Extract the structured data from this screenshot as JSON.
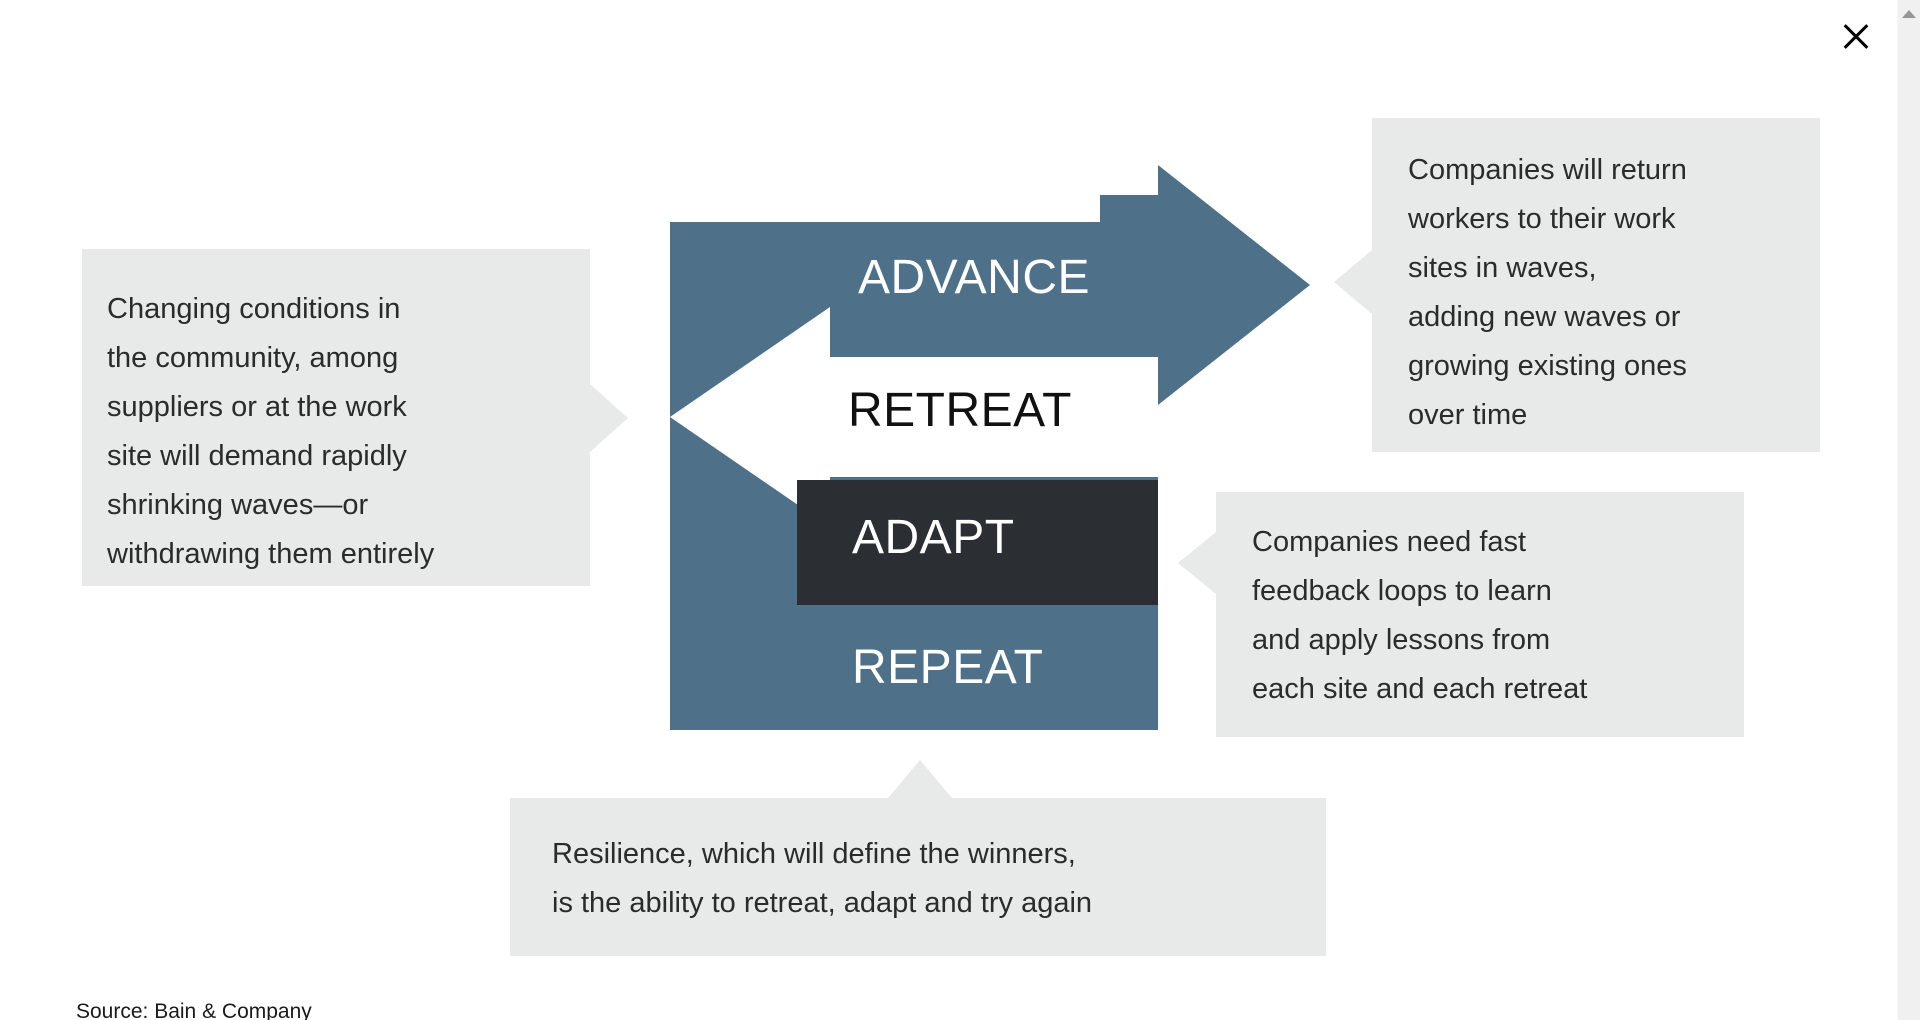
{
  "window": {
    "close_icon": "close-icon",
    "scrollbar": {
      "up_arrow_icon": "triangle-up-icon"
    }
  },
  "colors": {
    "blue": "#4F7089",
    "dark": "#2B2F33",
    "callout_bg": "#E8EAEA",
    "text": "#2B2B2B",
    "white": "#FFFFFF",
    "scrollbar_track": "#F0F0F0"
  },
  "diagram": {
    "type": "cycle-arrow-diagram",
    "stages": [
      {
        "id": "advance",
        "label": "ADVANCE",
        "shape": "right-arrow",
        "fill": "#4F7089",
        "text_color": "#FFFFFF"
      },
      {
        "id": "retreat",
        "label": "RETREAT",
        "shape": "left-arrow",
        "fill": "#FFFFFF",
        "text_color": "#111111"
      },
      {
        "id": "adapt",
        "label": "ADAPT",
        "shape": "rectangle",
        "fill": "#2B2F33",
        "text_color": "#FFFFFF"
      },
      {
        "id": "repeat",
        "label": "REPEAT",
        "shape": "rectangle",
        "fill": "#4F7089",
        "text_color": "#FFFFFF"
      }
    ]
  },
  "callouts": {
    "left": {
      "id": "callout-left",
      "attaches_to": "retreat",
      "pointer_direction": "right",
      "text": "Changing conditions in\nthe community, among\nsuppliers or at the work\nsite will demand rapidly\nshrinking waves—or\nwithdrawing them entirely"
    },
    "top_right": {
      "id": "callout-top-right",
      "attaches_to": "advance",
      "pointer_direction": "left",
      "text": "Companies will return\nworkers to their work\nsites in waves,\nadding new waves or\ngrowing existing ones\nover time"
    },
    "right": {
      "id": "callout-right",
      "attaches_to": "adapt",
      "pointer_direction": "left",
      "text": "Companies need fast\nfeedback loops to learn\nand apply lessons from\neach site and each retreat"
    },
    "bottom": {
      "id": "callout-bottom",
      "attaches_to": "repeat",
      "pointer_direction": "up",
      "text": "Resilience, which will define the winners,\nis the ability to retreat, adapt and try again"
    }
  },
  "footer": {
    "source": "Source: Bain & Company"
  }
}
